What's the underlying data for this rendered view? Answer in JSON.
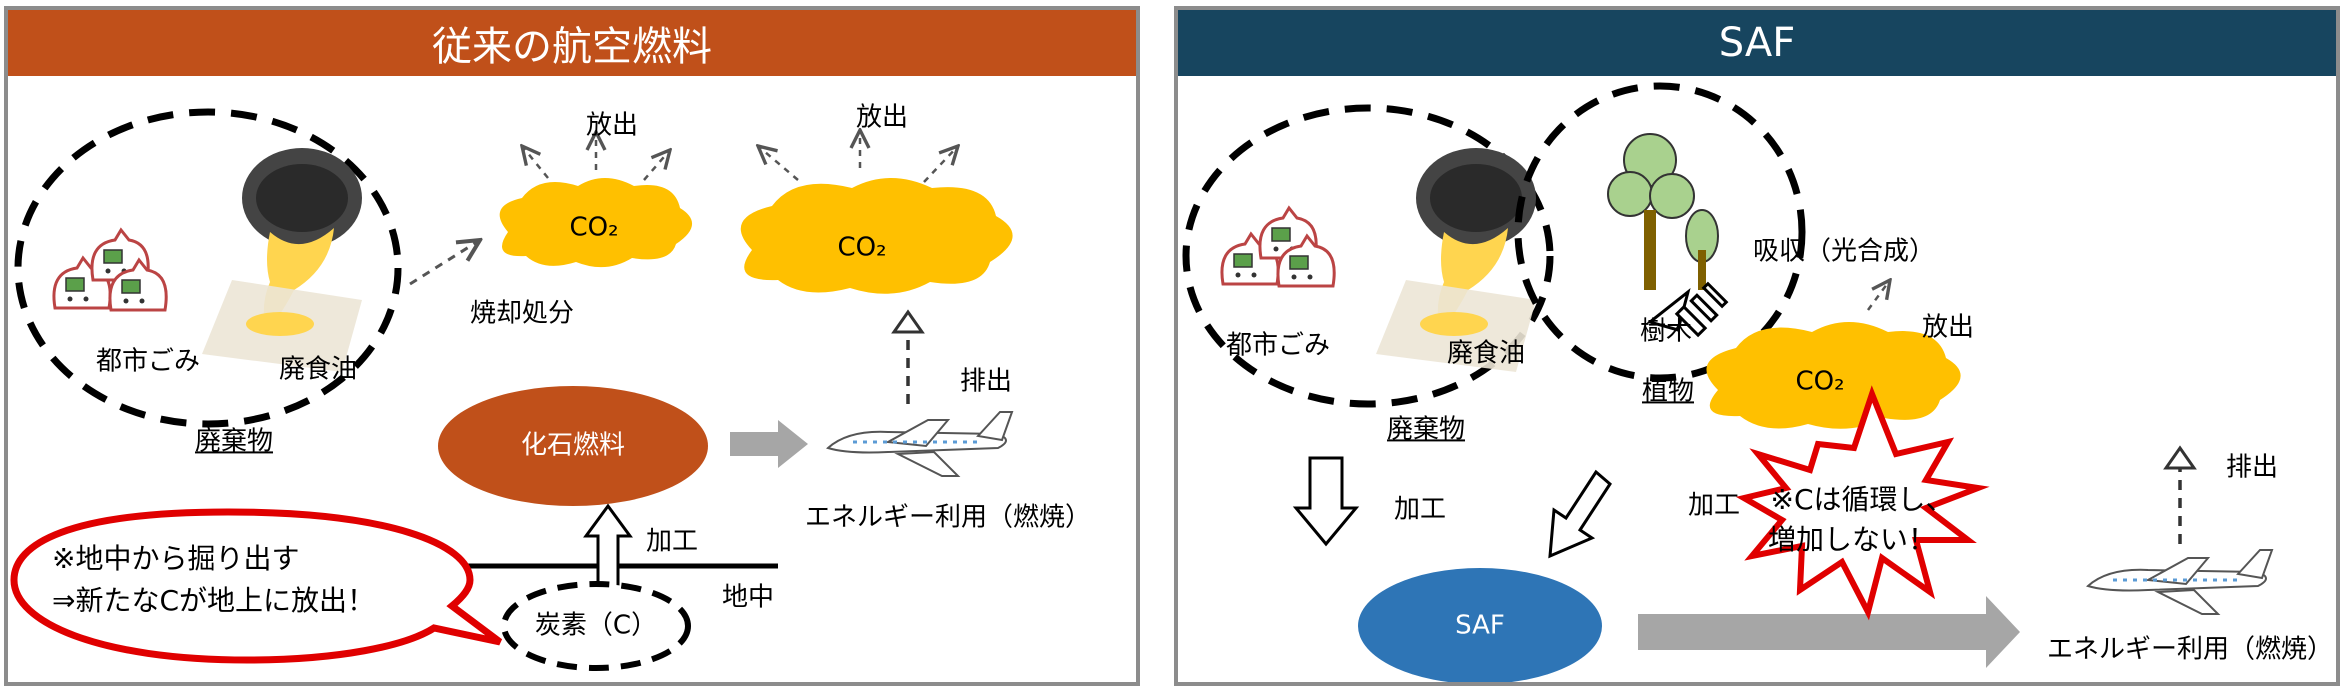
{
  "left_panel": {
    "title": "従来の航空燃料",
    "labels": {
      "city_waste": "都市ごみ",
      "used_oil": "廃食油",
      "waste": "廃棄物",
      "incineration": "焼却処分",
      "co2_a": "CO₂",
      "co2_b": "CO₂",
      "release_a": "放出",
      "release_b": "放出",
      "emission": "排出",
      "fossil_fuel": "化石燃料",
      "energy_use": "エネルギー利用（燃焼）",
      "processing": "加工",
      "underground": "地中",
      "carbon": "炭素（C）",
      "callout_line1": "※地中から掘り出す",
      "callout_line2": "⇒新たなCが地上に放出！"
    }
  },
  "right_panel": {
    "title": "SAF",
    "labels": {
      "city_waste": "都市ごみ",
      "used_oil": "廃食油",
      "waste": "廃棄物",
      "trees": "樹木",
      "plants": "植物",
      "absorption": "吸収（光合成）",
      "co2": "CO₂",
      "release": "放出",
      "emission": "排出",
      "processing_a": "加工",
      "processing_b": "加工",
      "saf": "SAF",
      "burst_line1": "※Cは循環し、",
      "burst_line2": "増加しない！",
      "energy_use": "エネルギー利用（燃焼）"
    }
  },
  "colors": {
    "left_header": "#c0501a",
    "right_header": "#17455f",
    "co2_cloud": "#ffc000",
    "fossil_fuel": "#c0501a",
    "saf": "#2e75b6",
    "callout_border": "#e00000",
    "arrow_gray": "#a6a6a6"
  }
}
